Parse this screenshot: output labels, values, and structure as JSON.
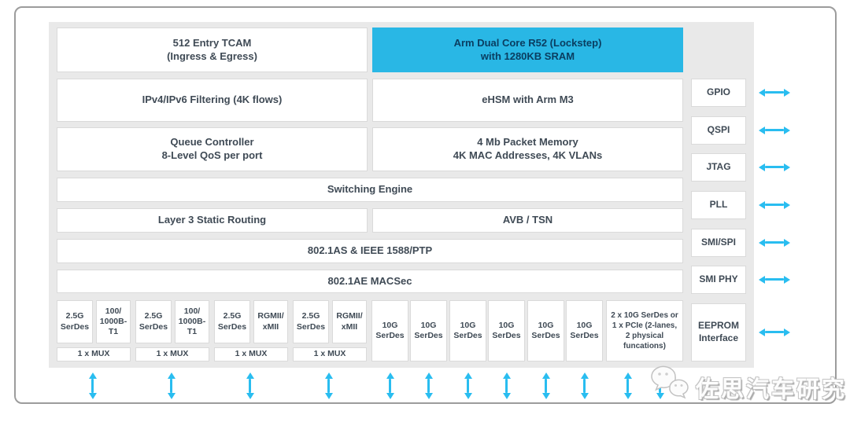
{
  "diagram_title": "Automotive Ethernet switch SoC block diagram",
  "colors": {
    "accent_cyan": "#29b7e5",
    "arrow_cyan": "#29bdf0",
    "block_text": "#3f4a55",
    "cyan_block_text": "#0a3e61",
    "panel_background": "#e9e9e9",
    "box_border": "#dadada",
    "outer_border": "#9c9c9c"
  },
  "blocks": {
    "tcam": {
      "label": "512 Entry TCAM\n(Ingress & Egress)"
    },
    "arm_core": {
      "label": "Arm Dual Core R52 (Lockstep)\nwith 1280KB SRAM"
    },
    "filtering": {
      "label": "IPv4/IPv6 Filtering (4K flows)"
    },
    "ehsm": {
      "label": "eHSM with Arm M3"
    },
    "queue_controller": {
      "label": "Queue Controller\n8-Level QoS per port"
    },
    "packet_memory": {
      "label": "4 Mb Packet Memory\n4K MAC Addresses, 4K VLANs"
    },
    "switching_engine": {
      "label": "Switching Engine"
    },
    "layer3_routing": {
      "label": "Layer 3 Static Routing"
    },
    "avb_tsn": {
      "label": "AVB / TSN"
    },
    "ptp": {
      "label": "802.1AS & IEEE 1588/PTP"
    },
    "macsec": {
      "label": "802.1AE MACSec"
    }
  },
  "port_groups": [
    {
      "phy_a": "2.5G\nSerDes",
      "phy_b": "100/\n1000B-\nT1",
      "mux": "1 x MUX"
    },
    {
      "phy_a": "2.5G\nSerDes",
      "phy_b": "100/\n1000B-\nT1",
      "mux": "1 x MUX"
    },
    {
      "phy_a": "2.5G\nSerDes",
      "phy_b": "RGMII/\nxMII",
      "mux": "1 x MUX"
    },
    {
      "phy_a": "2.5G\nSerDes",
      "phy_b": "RGMII/\nxMII",
      "mux": "1 x MUX"
    }
  ],
  "serdes_10g": [
    {
      "label": "10G\nSerDes"
    },
    {
      "label": "10G\nSerDes"
    },
    {
      "label": "10G\nSerDes"
    },
    {
      "label": "10G\nSerDes"
    },
    {
      "label": "10G\nSerDes"
    },
    {
      "label": "10G\nSerDes"
    }
  ],
  "pcie_block": {
    "label": "2 x 10G SerDes or\n1 x PCIe (2-lanes,\n2 physical\nfuncations)"
  },
  "side_interfaces": [
    {
      "label": "GPIO"
    },
    {
      "label": "QSPI"
    },
    {
      "label": "JTAG"
    },
    {
      "label": "PLL"
    },
    {
      "label": "SMI/SPI"
    },
    {
      "label": "SMI PHY"
    },
    {
      "label": "EEPROM\nInterface"
    }
  ],
  "watermark": {
    "text": "佐思汽车研究",
    "icon": "wechat-icon"
  }
}
